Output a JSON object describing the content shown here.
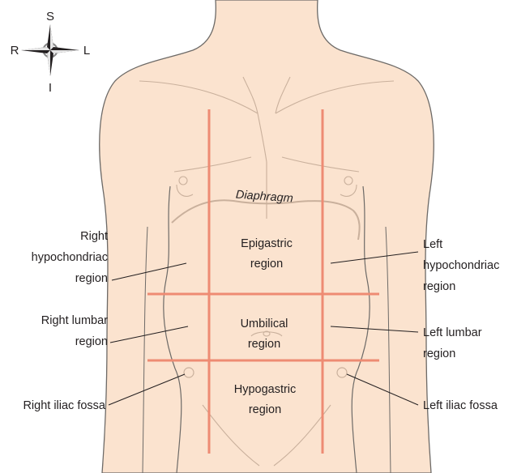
{
  "compass": {
    "superior": "S",
    "inferior": "I",
    "right": "R",
    "left": "L"
  },
  "diaphragm_label": "Diaphragm",
  "regions": {
    "epigastric": [
      "Epigastric",
      "region"
    ],
    "umbilical": [
      "Umbilical",
      "region"
    ],
    "hypogastric": [
      "Hypogastric",
      "region"
    ]
  },
  "callouts": {
    "right_hypochondriac": [
      "Right",
      "hypochondriac",
      "region"
    ],
    "left_hypochondriac": [
      "Left",
      "hypochondriac",
      "region"
    ],
    "right_lumbar": [
      "Right lumbar",
      "region"
    ],
    "left_lumbar": [
      "Left lumbar",
      "region"
    ],
    "right_iliac": [
      "Right iliac fossa"
    ],
    "left_iliac": [
      "Left iliac fossa"
    ]
  },
  "colors": {
    "skin": "#fbe3cf",
    "skin_outline": "#6d6a67",
    "detail_line": "#c9b09c",
    "grid_line": "#ee8b73",
    "text": "#231f20"
  }
}
